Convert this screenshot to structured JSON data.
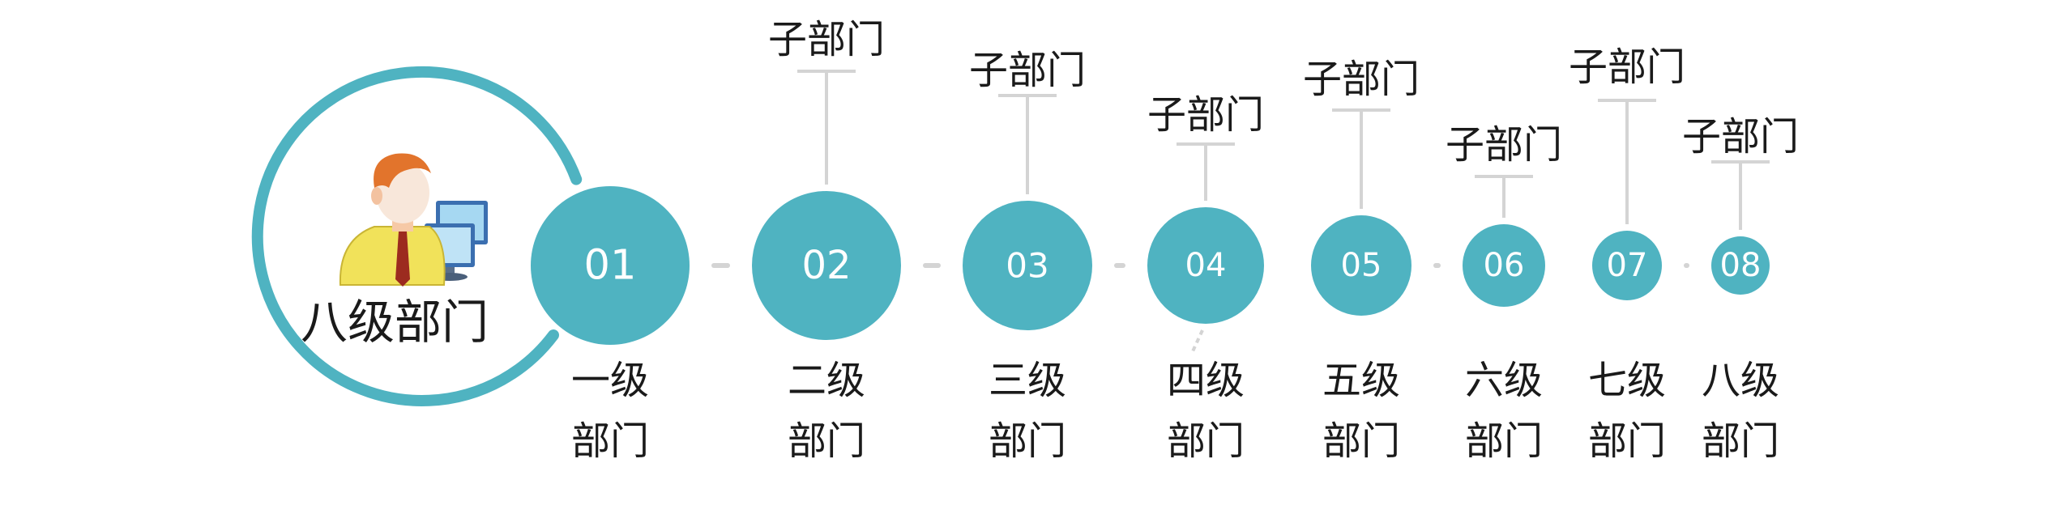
{
  "main": {
    "label": "八级部门"
  },
  "colors": {
    "accent": "#4fb3c1",
    "connector": "#d4d4d4",
    "text": "#1a1a1a"
  },
  "icon": "person-at-computer-icon",
  "nodes": [
    {
      "number": "01",
      "level_label": "一级",
      "dept_label": "部门"
    },
    {
      "number": "02",
      "level_label": "二级",
      "dept_label": "部门",
      "sub_label": "子部门"
    },
    {
      "number": "03",
      "level_label": "三级",
      "dept_label": "部门",
      "sub_label": "子部门"
    },
    {
      "number": "04",
      "level_label": "四级",
      "dept_label": "部门",
      "sub_label": "子部门"
    },
    {
      "number": "05",
      "level_label": "五级",
      "dept_label": "部门",
      "sub_label": "子部门"
    },
    {
      "number": "06",
      "level_label": "六级",
      "dept_label": "部门",
      "sub_label": "子部门"
    },
    {
      "number": "07",
      "level_label": "七级",
      "dept_label": "部门",
      "sub_label": "子部门"
    },
    {
      "number": "08",
      "level_label": "八级",
      "dept_label": "部门",
      "sub_label": "子部门"
    }
  ]
}
